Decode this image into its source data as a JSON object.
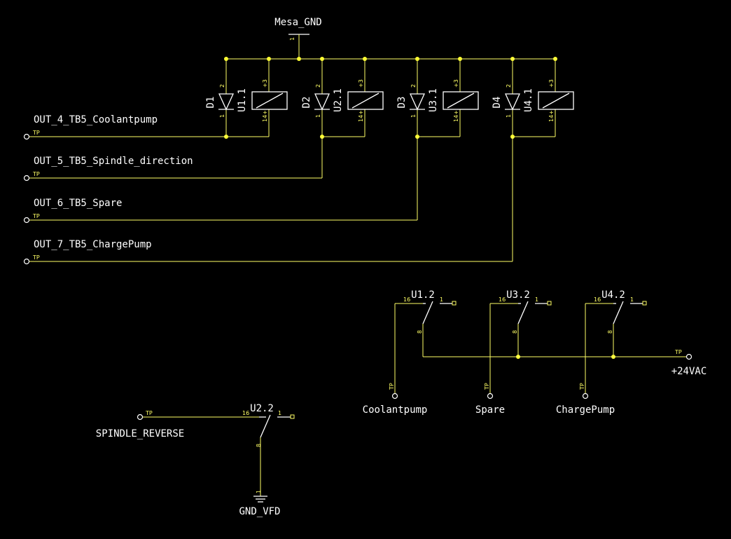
{
  "colors": {
    "background": "#000000",
    "wire": "#ffff66",
    "symbol": "#ffffff",
    "junction": "#ffff33"
  },
  "ground_label": "Mesa_GND",
  "ground_pin": "1",
  "relays": [
    {
      "diode": "D1",
      "coil": "U1.1"
    },
    {
      "diode": "D2",
      "coil": "U2.1"
    },
    {
      "diode": "D3",
      "coil": "U3.1"
    },
    {
      "diode": "D4",
      "coil": "U4.1"
    }
  ],
  "diode_pins": [
    "2",
    "1"
  ],
  "coil_pins": [
    "+3",
    "14+"
  ],
  "outputs": [
    "OUT_4_TB5_Coolantpump",
    "OUT_5_TB5_Spindle_direction",
    "OUT_6_TB5_Spare",
    "OUT_7_TB5_ChargePump"
  ],
  "tp_label": "TP",
  "switches": [
    {
      "name": "U1.2",
      "output": "Coolantpump"
    },
    {
      "name": "U3.2",
      "output": "Spare"
    },
    {
      "name": "U4.2",
      "output": "ChargePump"
    }
  ],
  "switch_pins": [
    "16",
    "1",
    "8"
  ],
  "supply": "+24VAC",
  "reverse": {
    "name": "U2.2",
    "input": "SPINDLE_REVERSE",
    "ground": "GND_VFD",
    "ground_pin": "1"
  }
}
